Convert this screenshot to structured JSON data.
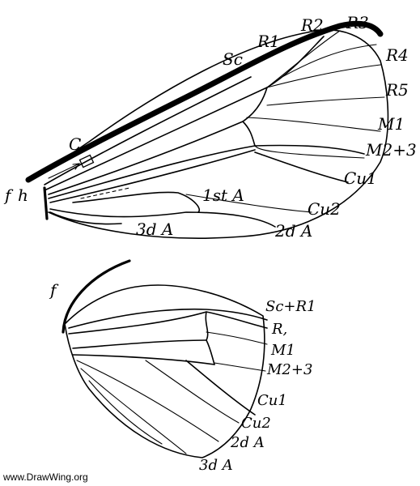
{
  "forewing": {
    "labels": {
      "C": "C",
      "Sc": "Sc",
      "R1": "R1",
      "R2": "R2",
      "R3": "R3",
      "R4": "R4",
      "R5": "R5",
      "M1": "M1",
      "M23": "M2+3",
      "Cu1": "Cu1",
      "Cu2": "Cu2",
      "A1": "1st A",
      "A2": "2d A",
      "A3": "3d A",
      "f": "f",
      "h": "h"
    }
  },
  "hindwing": {
    "labels": {
      "f": "f",
      "ScR1": "Sc+R1",
      "Rs": "R,",
      "M1": "M1",
      "M23": "M2+3",
      "Cu1": "Cu1",
      "Cu2": "Cu2",
      "A2": "2d A",
      "A3": "3d A"
    }
  },
  "credit": "www.DrawWing.org"
}
